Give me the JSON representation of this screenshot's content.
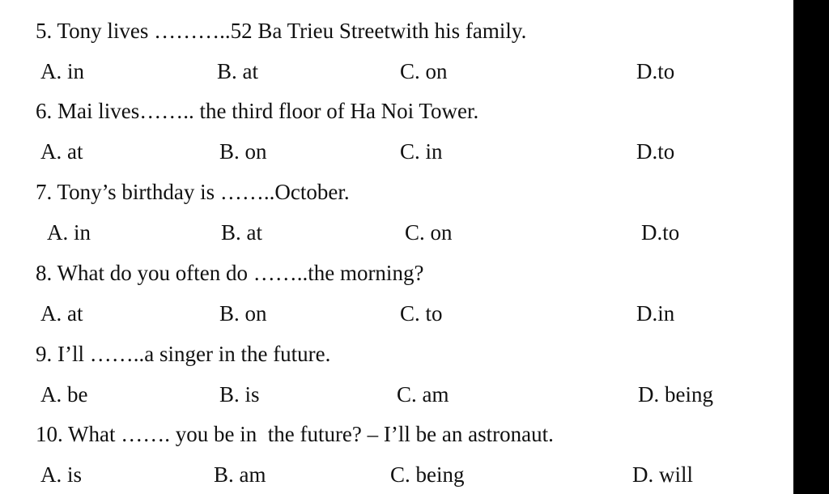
{
  "questions": [
    {
      "text": "5. Tony lives ………..52 Ba Trieu Streetwith his family.",
      "options": [
        "A. in",
        "B. at",
        "C. on",
        "D.to"
      ]
    },
    {
      "text": "6. Mai lives…….. the third floor of Ha Noi Tower.",
      "options": [
        "A. at",
        "B. on",
        "C. in",
        "D.to"
      ]
    },
    {
      "text": "7. Tony’s birthday is ……..October.",
      "options": [
        "A. in",
        "B. at",
        "C. on",
        "D.to"
      ]
    },
    {
      "text": "8. What do you often do ……..the morning?",
      "options": [
        "A. at",
        "B. on",
        "C. to",
        "D.in"
      ]
    },
    {
      "text": "9. I’ll ……..a singer in the future.",
      "options": [
        "A. be",
        "B. is",
        "C. am",
        "D. being"
      ]
    },
    {
      "text": "10. What ……. you be in  the future? – I’ll be an astronaut.",
      "options": [
        "A. is",
        "B. am",
        "C. being",
        "D. will"
      ]
    }
  ]
}
